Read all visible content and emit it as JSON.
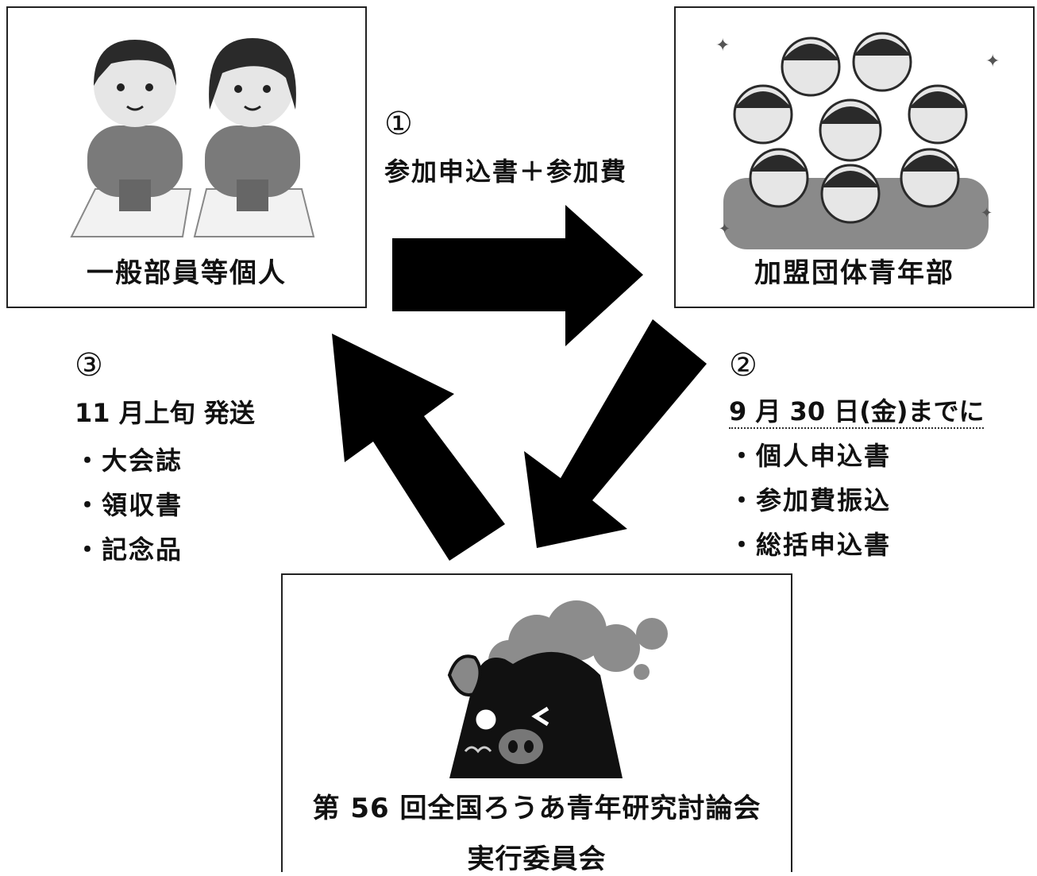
{
  "boxes": {
    "individual": {
      "label": "一般部員等個人"
    },
    "group": {
      "label": "加盟団体青年部"
    },
    "committee": {
      "line1": "第 56 回全国ろうあ青年研究討論会",
      "line2": "実行委員会"
    }
  },
  "steps": {
    "step1": {
      "number": "①",
      "text": "参加申込書＋参加費"
    },
    "step2": {
      "number": "②",
      "heading": "9 月 30 日(金)までに",
      "items": [
        "・個人申込書",
        "・参加費振込",
        "・総括申込書"
      ]
    },
    "step3": {
      "number": "③",
      "heading": "11 月上旬 発送",
      "items": [
        "・大会誌",
        "・領収書",
        "・記念品"
      ]
    }
  },
  "colors": {
    "arrow": "#000000",
    "border": "#222222",
    "skin": "#e6e6e6",
    "hair": "#2a2a2a",
    "cloth": "#7a7a7a",
    "smoke": "#8c8c8c"
  }
}
